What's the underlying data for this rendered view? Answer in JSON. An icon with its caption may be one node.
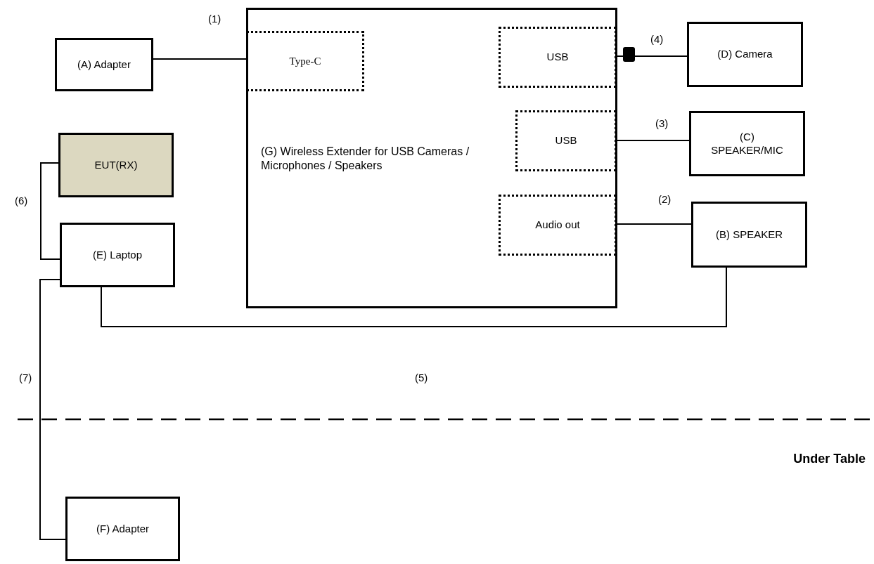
{
  "diagram": {
    "nodes": [
      {
        "text": [
          "(A) Adapter"
        ]
      },
      {
        "text": [
          "(G) Wireless Extender for USB Cameras / Microphones / Speakers"
        ]
      },
      {
        "text": [
          "Type-C"
        ],
        "in": 1
      },
      {
        "text": [
          "USB"
        ],
        "in": 1
      },
      {
        "text": [
          "USB"
        ],
        "in": 1
      },
      {
        "text": [
          "Audio out"
        ],
        "in": 1
      },
      {
        "text": [
          "(D) Camera"
        ]
      },
      {
        "text": [
          "(C) SPEAKER/MIC"
        ]
      },
      {
        "text": [
          "(B) SPEAKER"
        ]
      },
      {
        "text": [
          "EUT(RX)"
        ]
      },
      {
        "text": [
          "(E) Laptop"
        ]
      },
      {
        "text": [
          "(F) Adapter"
        ]
      }
    ],
    "edges": [
      {
        "from": 0,
        "to": 2,
        "arrow": "none",
        "label": "(1)"
      },
      {
        "from": 3,
        "to": 6,
        "arrow": "none",
        "label": "(4)"
      },
      {
        "from": 4,
        "to": 7,
        "arrow": "none",
        "label": "(3)"
      },
      {
        "from": 5,
        "to": 8,
        "arrow": "none",
        "label": "(2)"
      },
      {
        "from": 10,
        "to": 8,
        "arrow": "none",
        "label": "(5)"
      },
      {
        "from": 9,
        "to": 10,
        "arrow": "none",
        "label": "(6)"
      },
      {
        "from": 10,
        "to": 11,
        "arrow": "none",
        "label": "(7)"
      }
    ],
    "labels": [
      "Under Table"
    ]
  }
}
